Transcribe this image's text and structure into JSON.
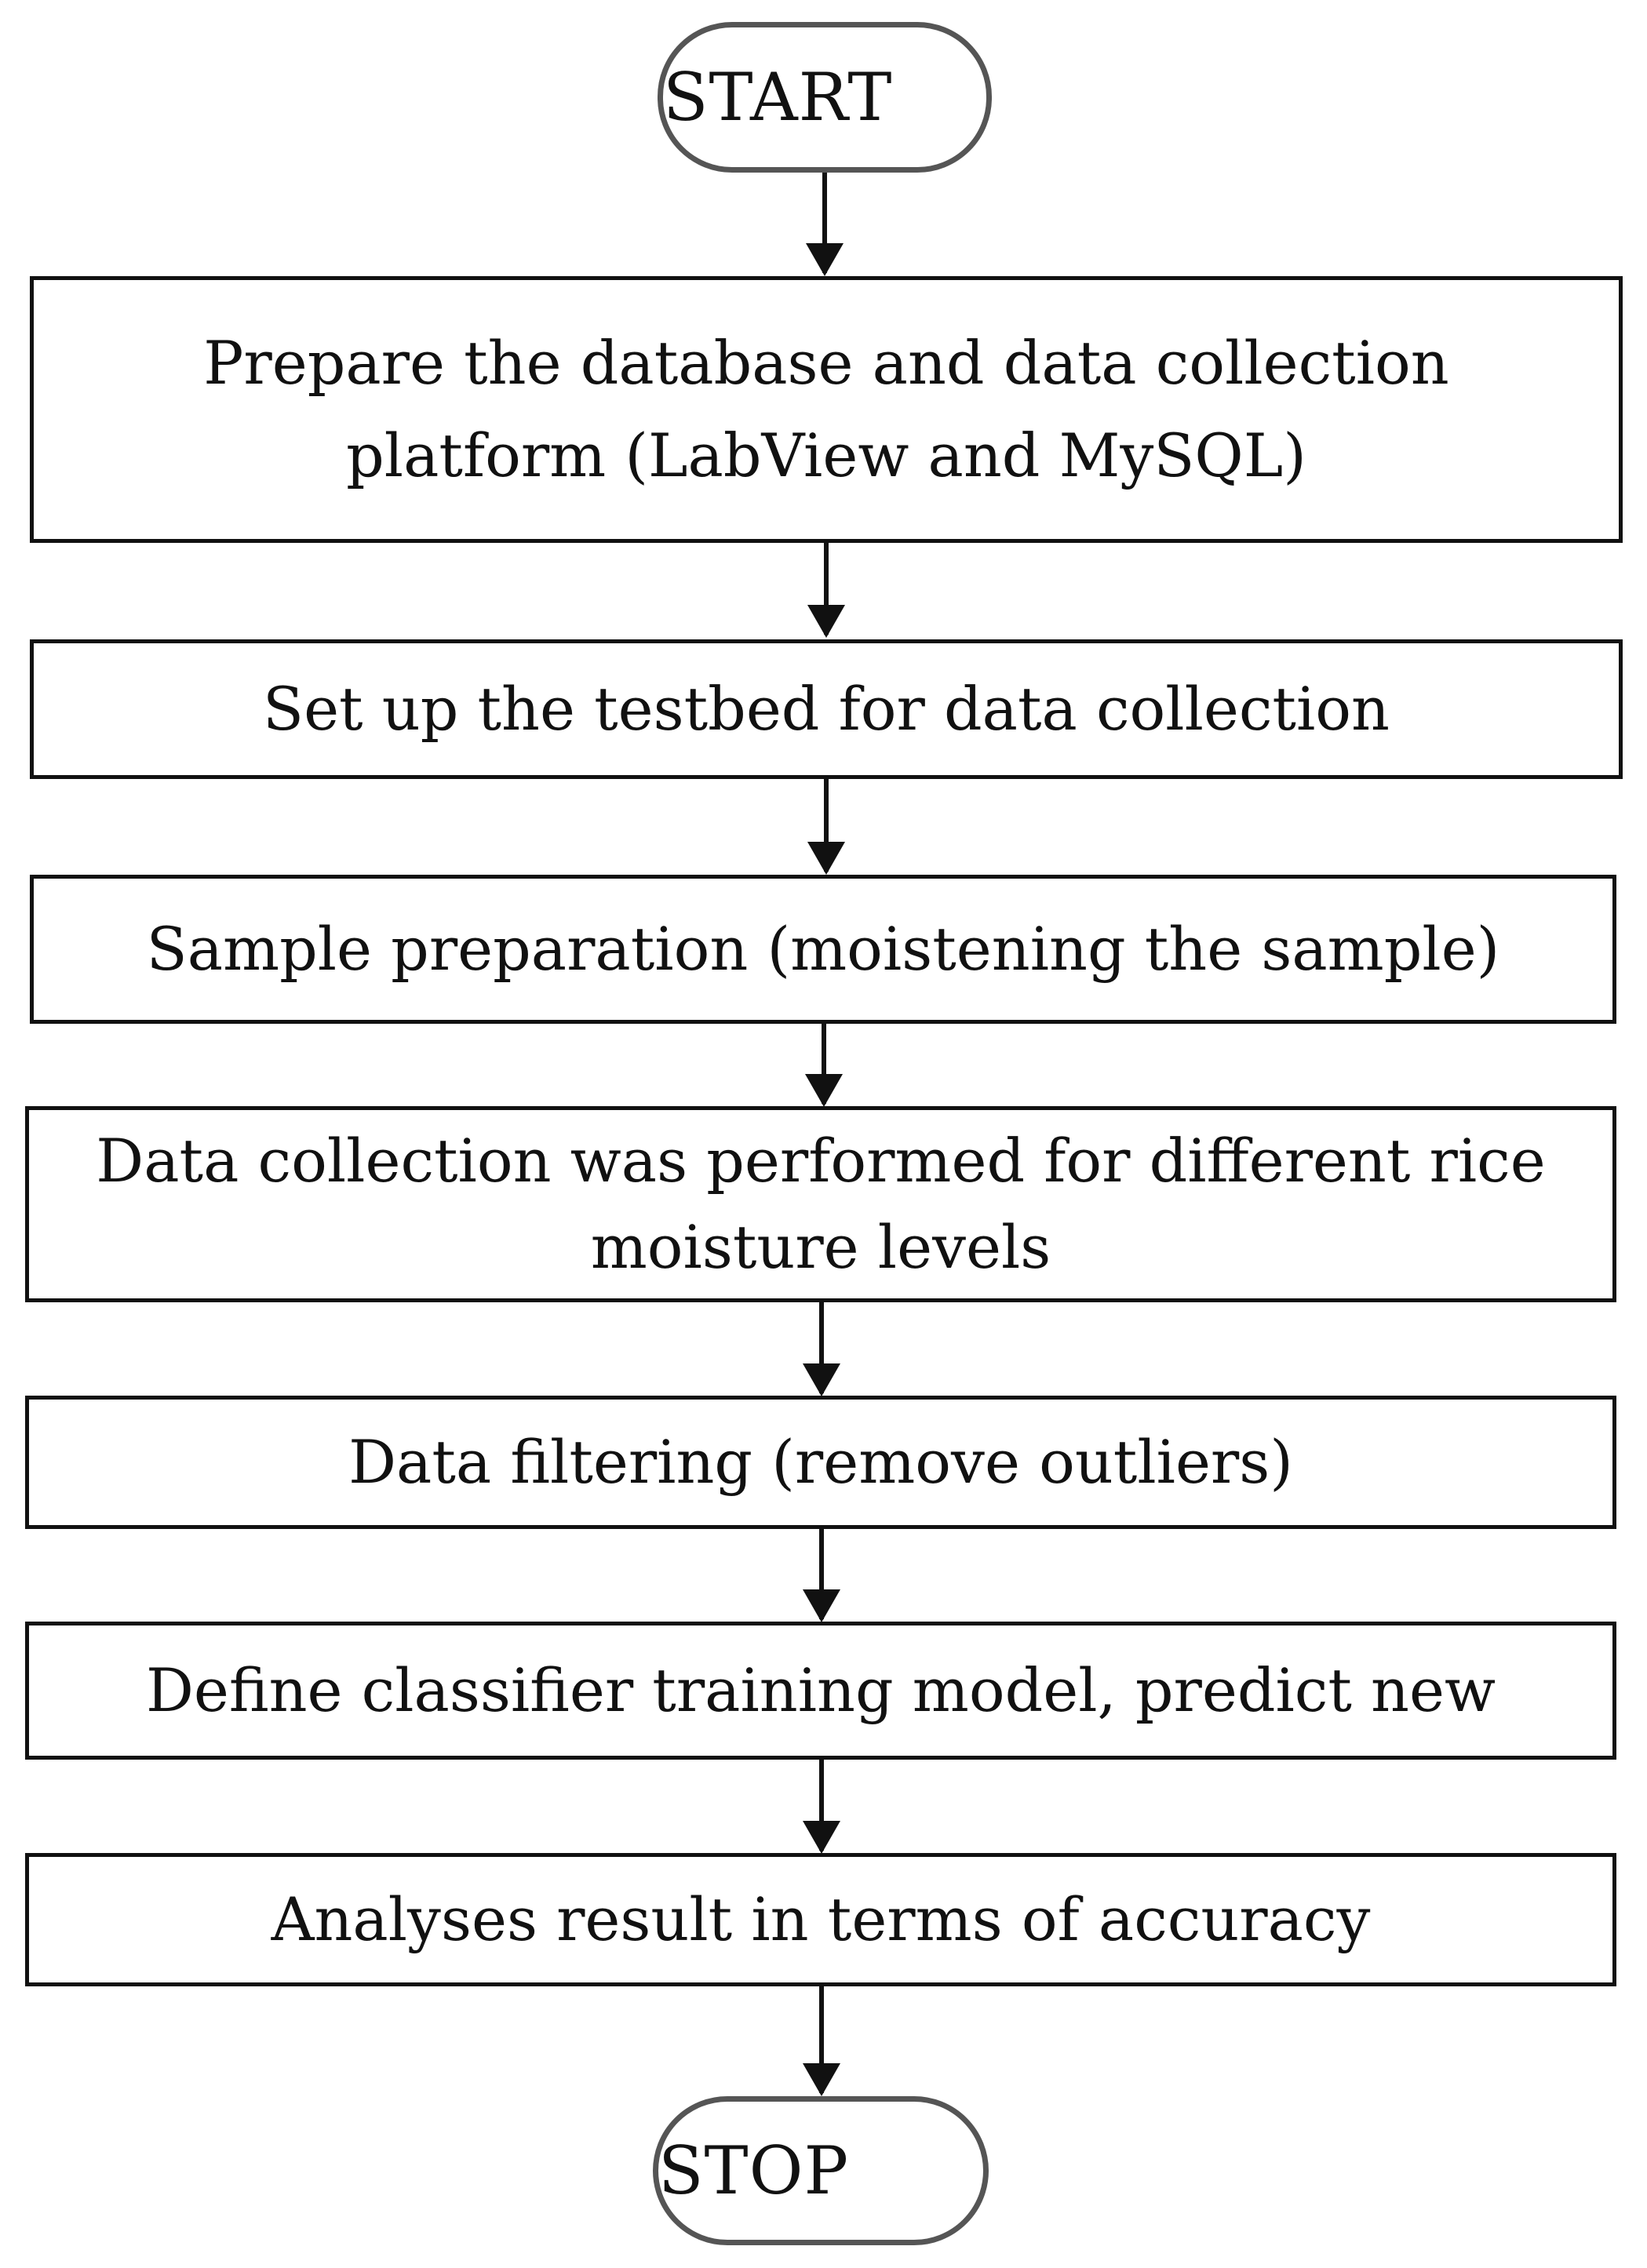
{
  "flowchart": {
    "start_label": "START",
    "steps": [
      "Prepare the database and data collection platform (LabView and MySQL)",
      "Set up the testbed for data collection",
      "Sample preparation (moistening the sample)",
      "Data collection was performed for different rice moisture levels",
      "Data filtering (remove outliers)",
      "Define classifier training model, predict new",
      "Analyses result in terms of accuracy"
    ],
    "stop_label": "STOP"
  },
  "colors": {
    "box_border": "#111111",
    "terminal_border": "#555555",
    "arrow": "#111111",
    "background": "#ffffff"
  }
}
